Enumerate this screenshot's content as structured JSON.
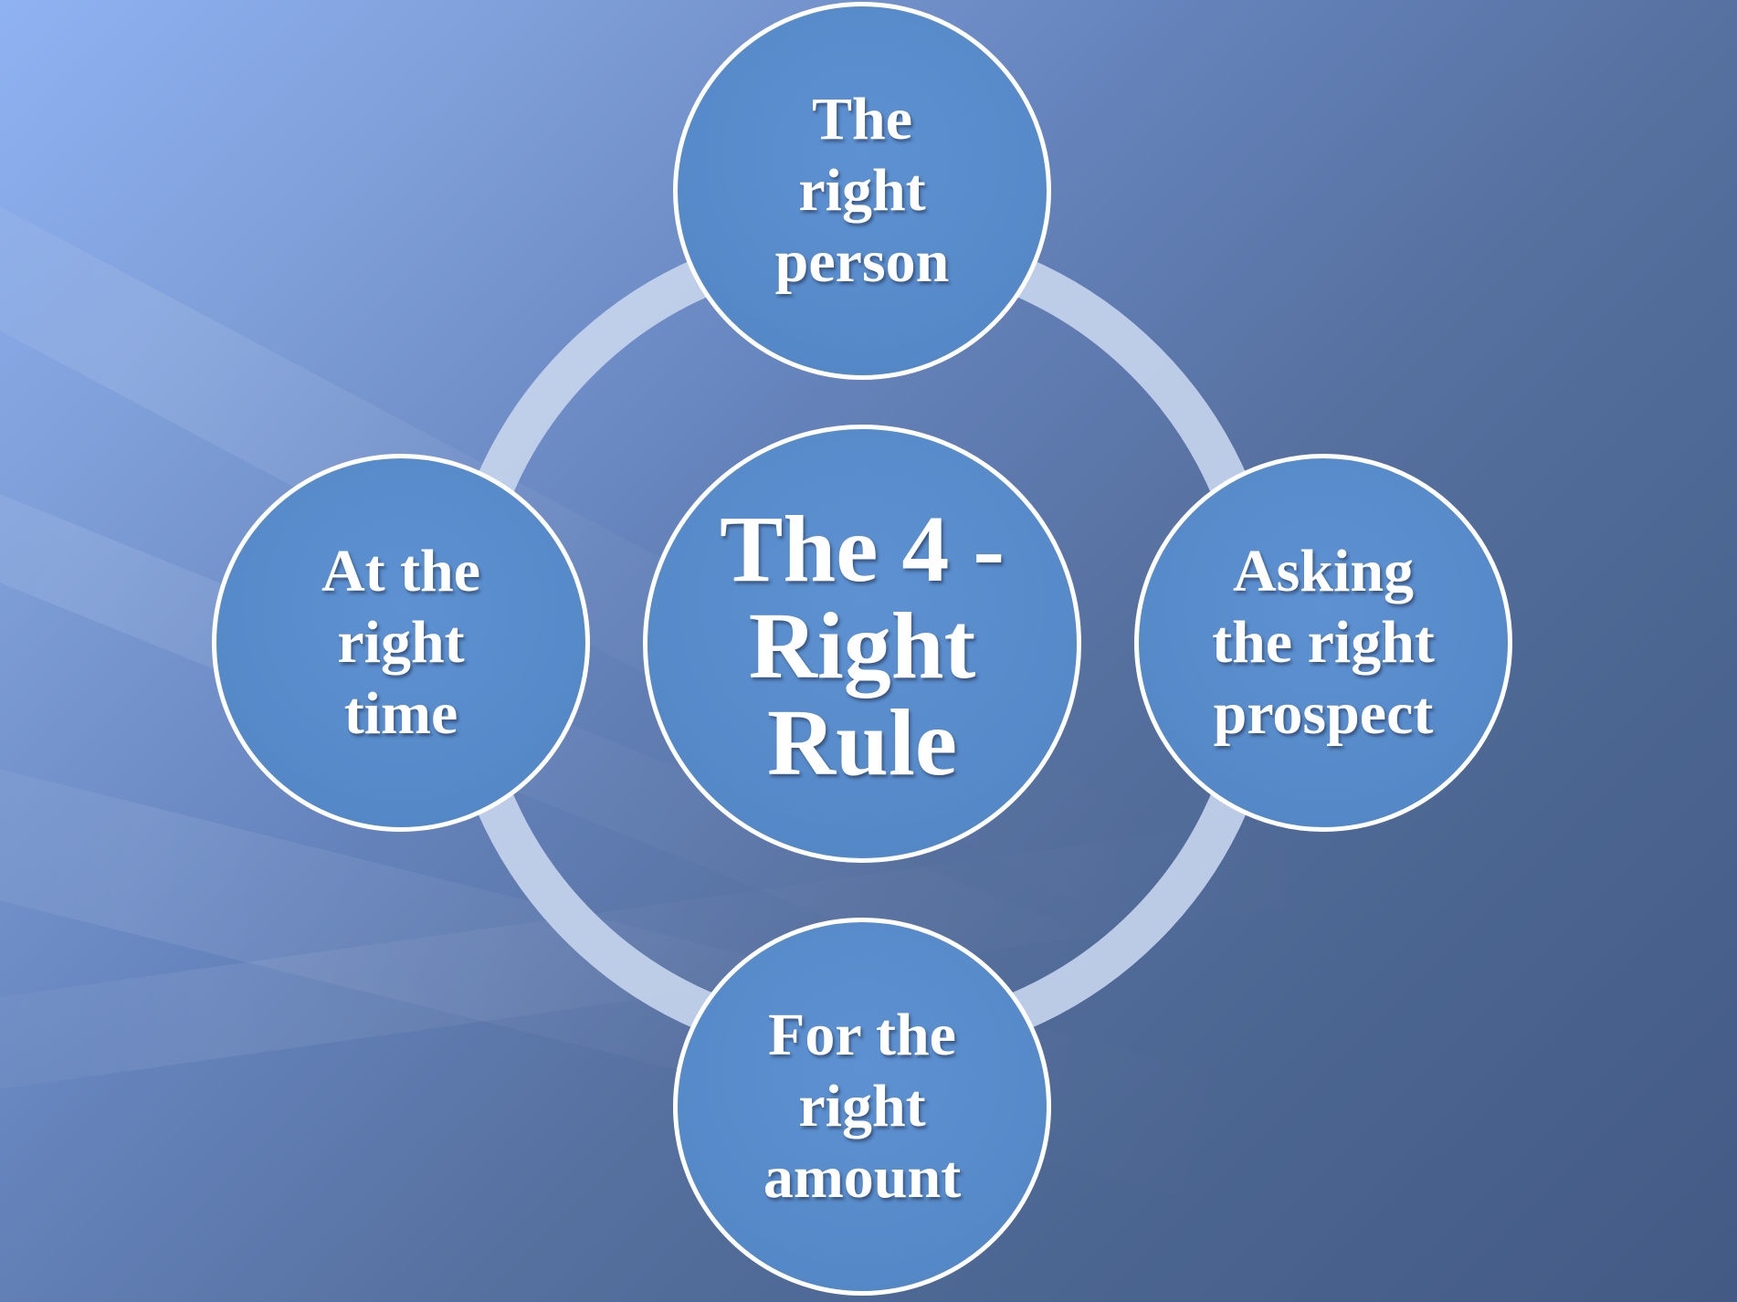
{
  "diagram": {
    "center": {
      "label": "The 4 -\nRight\nRule"
    },
    "nodes": {
      "top": {
        "label": "The\nright\nperson"
      },
      "right": {
        "label": "Asking\nthe right\nprospect"
      },
      "bottom": {
        "label": "For the\nright\namount"
      },
      "left": {
        "label": "At the\nright\ntime"
      }
    },
    "colors": {
      "circle_fill": "#578ac9",
      "circle_border": "#ffffff",
      "ring": "#c6d4ec",
      "background_light": "#8fb2f2",
      "background_dark": "#435a84"
    }
  }
}
